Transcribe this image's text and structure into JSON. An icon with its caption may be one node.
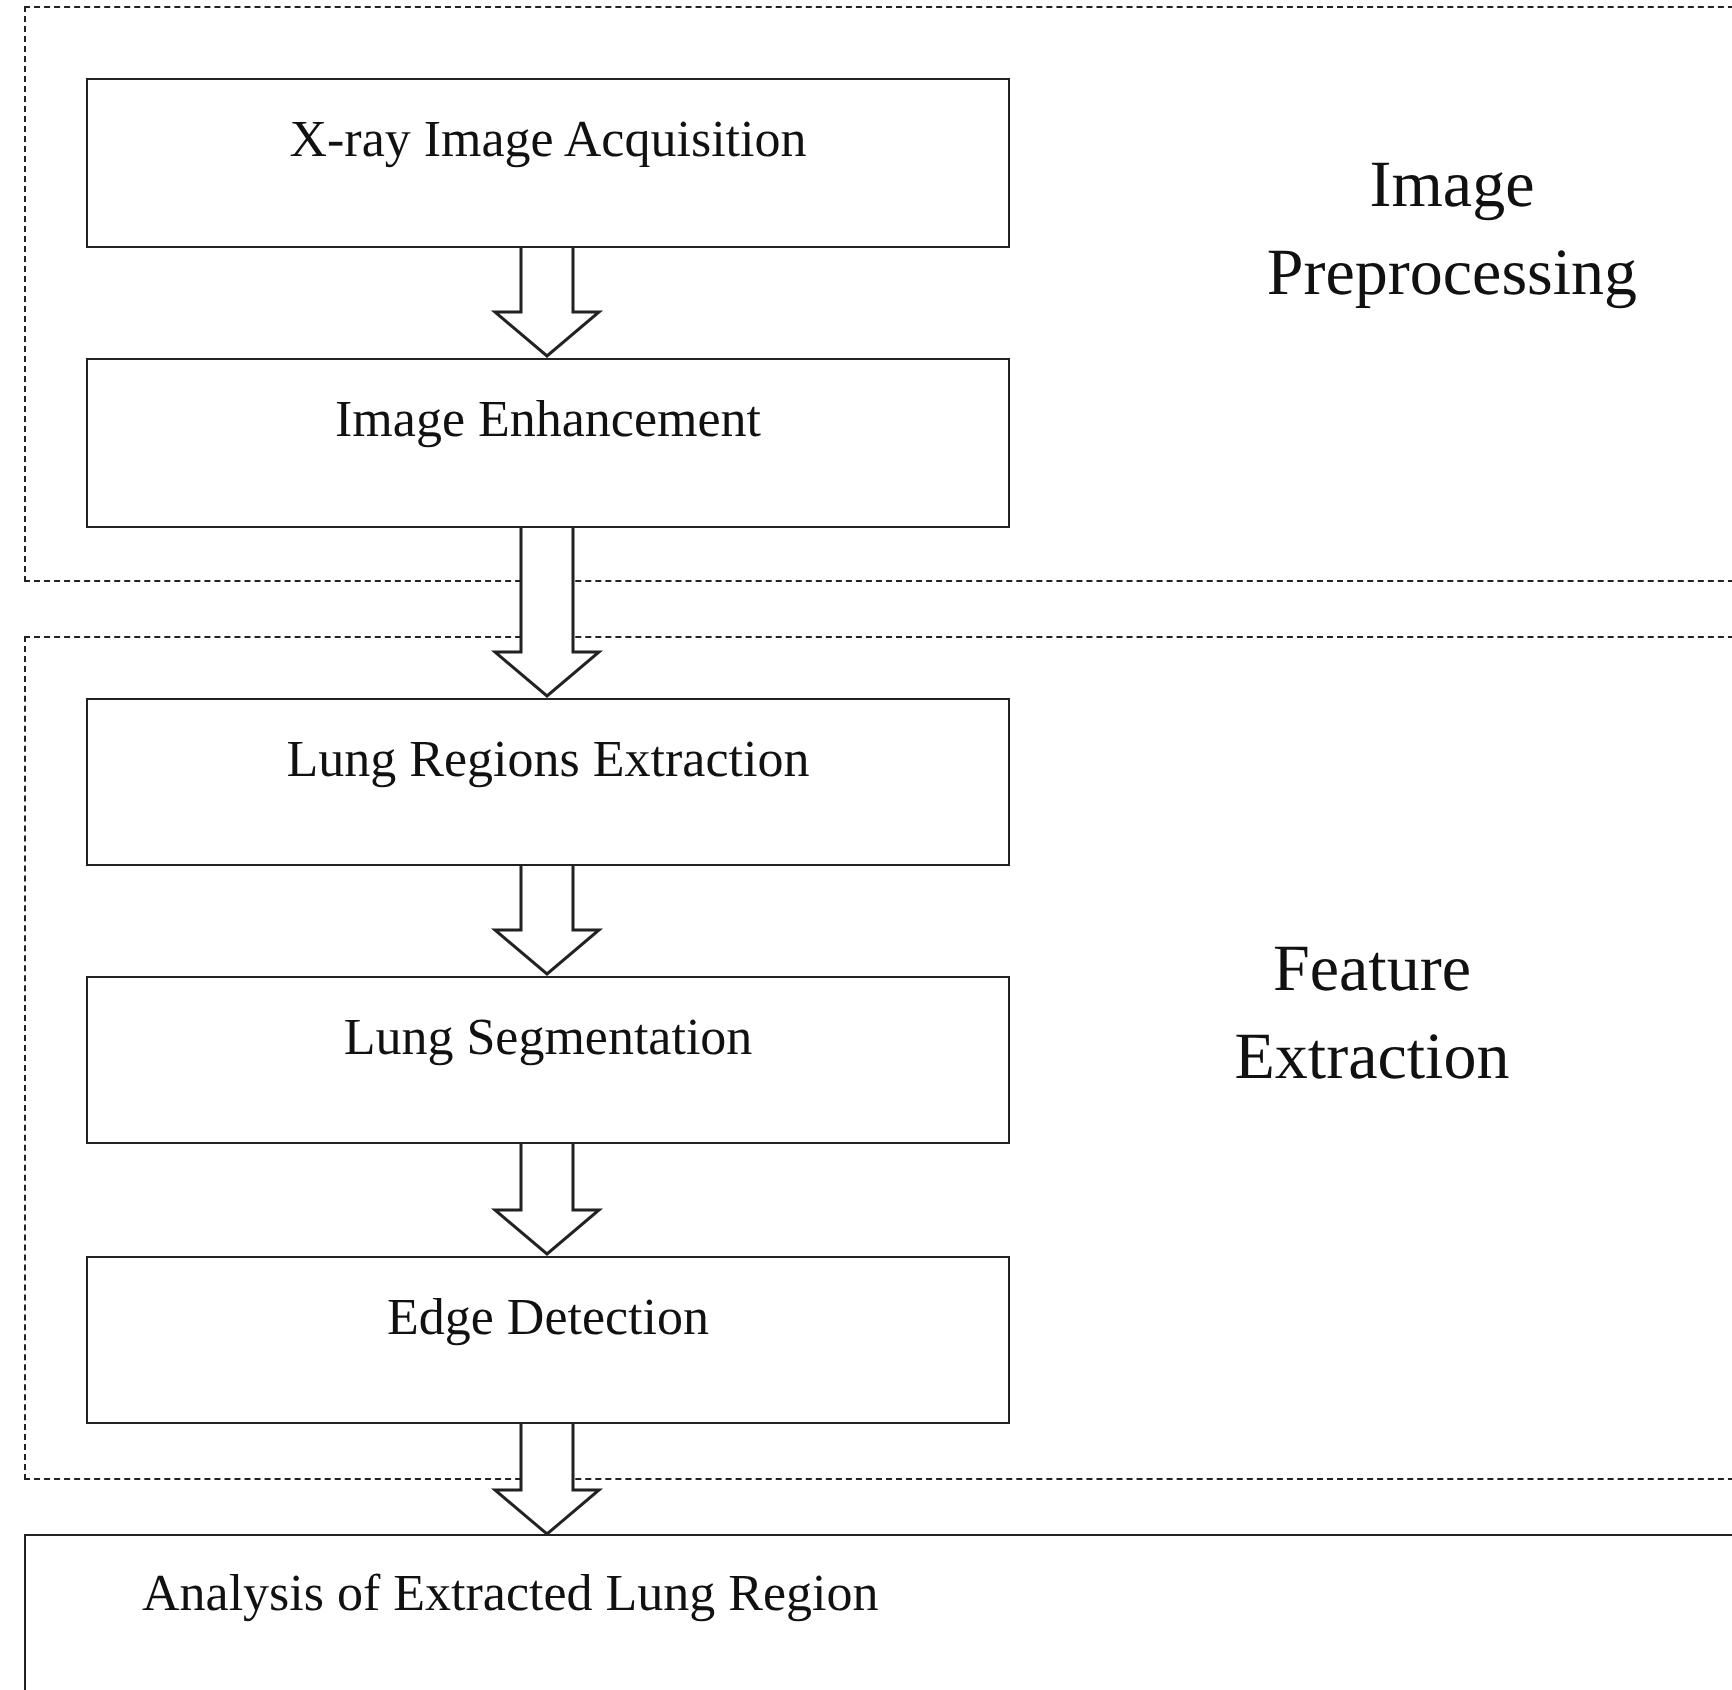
{
  "diagram": {
    "nodes": [
      {
        "text": [
          "Image Preprocessing"
        ]
      },
      {
        "text": [
          "X-ray Image Acquisition"
        ],
        "in": 0
      },
      {
        "text": [
          "Image Enhancement"
        ],
        "in": 0
      },
      {
        "text": [
          "Feature Extraction"
        ]
      },
      {
        "text": [
          "Lung Regions Extraction"
        ],
        "in": 3
      },
      {
        "text": [
          "Lung Segmentation"
        ],
        "in": 3
      },
      {
        "text": [
          "Edge Detection"
        ],
        "in": 3
      },
      {
        "text": [
          "Analysis of Extracted Lung Region"
        ]
      }
    ],
    "edges": [
      {
        "from": 1,
        "to": 2,
        "arrow": "to"
      },
      {
        "from": 2,
        "to": 4,
        "arrow": "to"
      },
      {
        "from": 4,
        "to": 5,
        "arrow": "to"
      },
      {
        "from": 5,
        "to": 6,
        "arrow": "to"
      },
      {
        "from": 6,
        "to": 7,
        "arrow": "to"
      }
    ]
  }
}
